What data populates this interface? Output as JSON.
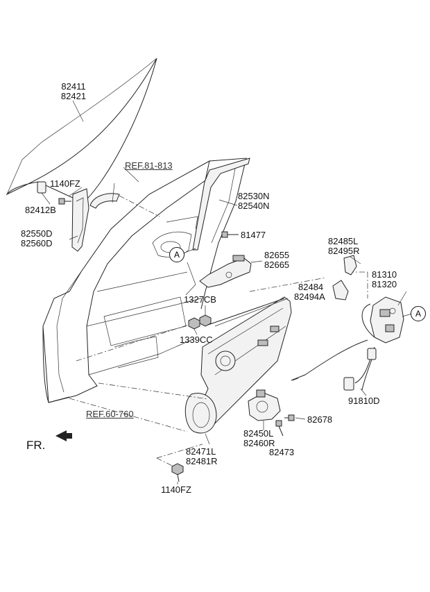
{
  "labels": {
    "glass": [
      "82411",
      "82421"
    ],
    "glass_clip": "82412B",
    "bolt_top": "1140FZ",
    "ref_upper": "REF.81-813",
    "channel": [
      "82530N",
      "82540N"
    ],
    "run": [
      "82550D",
      "82560D"
    ],
    "screw": "81477",
    "handle": [
      "82655",
      "82665"
    ],
    "rod_top": [
      "82485L",
      "82495R"
    ],
    "rod_bottom": [
      "82484",
      "82494A"
    ],
    "latch": [
      "81310",
      "81320"
    ],
    "nut_a": "1327CB",
    "nut_b": "1339CC",
    "ref_lower": "REF.60-760",
    "front": "FR.",
    "regulator": [
      "82471L",
      "82481R"
    ],
    "motor": [
      "82450L",
      "82460R"
    ],
    "bolt_motor": "82678",
    "bolt_motor_2": "82473",
    "cable": "91810D",
    "bolt_bottom": "1140FZ",
    "marker_a": "A"
  }
}
